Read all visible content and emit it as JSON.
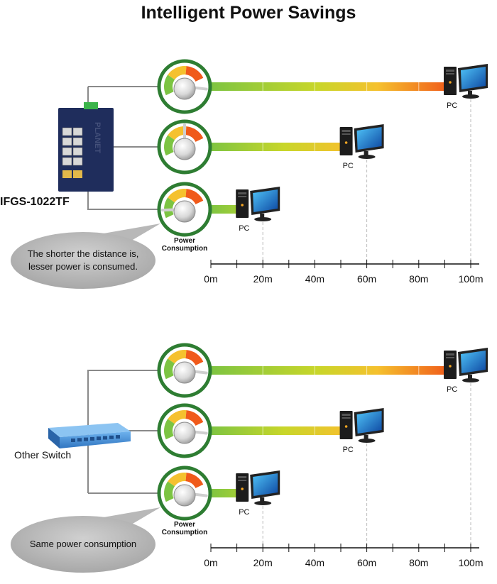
{
  "title": "Intelligent Power Savings",
  "colors": {
    "gauge_ring": "#2e7d32",
    "bar_start": "#7cc442",
    "bar_mid": "#f5c12e",
    "bar_end": "#f05a1a",
    "switch_top": "#1f2d5c",
    "other_switch": "#3e8ad6",
    "bubble": "#b5b5b5"
  },
  "panels": [
    {
      "device_label": "IFGS-1022TF",
      "device_type": "industrial-switch",
      "device_brand": "PLANET",
      "bubble_lines": [
        "The shorter the distance is,",
        "lesser power is consumed."
      ],
      "gauge_caption": [
        "Power",
        "Consumption"
      ],
      "links": [
        {
          "distance": 100,
          "pc_label": "PC",
          "gauge_level": 0.92
        },
        {
          "distance": 60,
          "pc_label": "PC",
          "gauge_level": 0.5
        },
        {
          "distance": 20,
          "pc_label": "PC",
          "gauge_level": 0.1
        }
      ],
      "axis_ticks": [
        "0m",
        "20m",
        "40m",
        "60m",
        "80m",
        "100m"
      ]
    },
    {
      "device_label": "Other Switch",
      "device_type": "desktop-switch",
      "bubble_lines": [
        "Same power consumption"
      ],
      "gauge_caption": [
        "Power",
        "Consumption"
      ],
      "links": [
        {
          "distance": 100,
          "pc_label": "PC",
          "gauge_level": 0.92
        },
        {
          "distance": 60,
          "pc_label": "PC",
          "gauge_level": 0.92
        },
        {
          "distance": 20,
          "pc_label": "PC",
          "gauge_level": 0.92
        }
      ],
      "axis_ticks": [
        "0m",
        "20m",
        "40m",
        "60m",
        "80m",
        "100m"
      ]
    }
  ]
}
